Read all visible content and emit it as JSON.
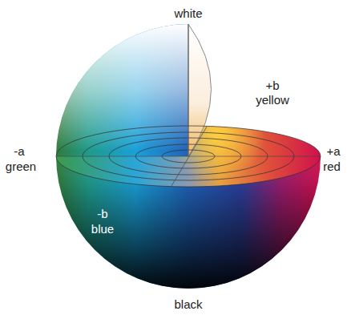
{
  "diagram": {
    "labels": [
      "white",
      "+b",
      "yellow",
      "-a",
      "green",
      "+a",
      "red",
      "-b",
      "blue",
      "black"
    ]
  }
}
